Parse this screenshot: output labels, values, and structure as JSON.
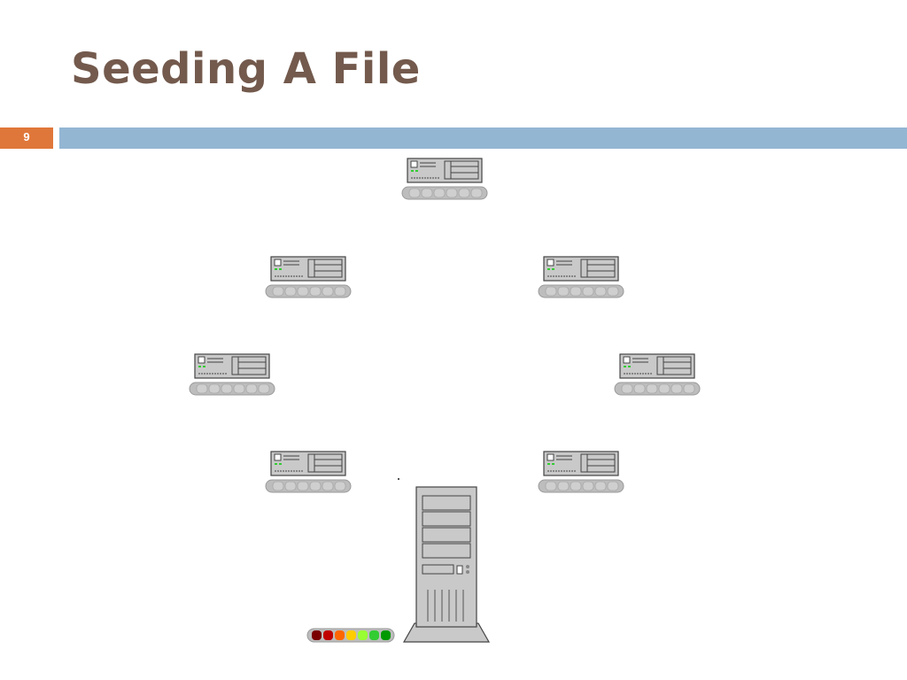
{
  "slide": {
    "title": "Seeding A File",
    "number": "9"
  },
  "colors": {
    "title": "#735a4d",
    "accent": "#e0773a",
    "bar": "#93b6d3",
    "node_fill": "#c9c9c9",
    "node_border": "#444444",
    "status_leds": [
      "#7a0000",
      "#c00000",
      "#ff6600",
      "#ffcc00",
      "#99ff33",
      "#33cc33",
      "#009900"
    ]
  },
  "diagram": {
    "nodes": [
      {
        "id": "peer-top",
        "icon": "desktop-computer-icon"
      },
      {
        "id": "peer-upper-left",
        "icon": "desktop-computer-icon"
      },
      {
        "id": "peer-upper-right",
        "icon": "desktop-computer-icon"
      },
      {
        "id": "peer-middle-left",
        "icon": "desktop-computer-icon"
      },
      {
        "id": "peer-middle-right",
        "icon": "desktop-computer-icon"
      },
      {
        "id": "peer-lower-left",
        "icon": "desktop-computer-icon"
      },
      {
        "id": "peer-lower-right",
        "icon": "desktop-computer-icon"
      }
    ],
    "seeder": {
      "icon": "server-tower-icon",
      "progress_led_count": 7
    }
  }
}
